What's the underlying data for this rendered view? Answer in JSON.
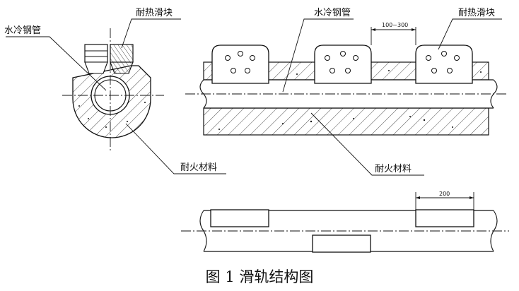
{
  "labels": {
    "heat_block": "耐热滑块",
    "water_pipe": "水冷钢管",
    "refractory": "耐火材料",
    "spacing_dim": "100~300",
    "width_dim": "200"
  },
  "caption": "图 1  滑轨结构图"
}
